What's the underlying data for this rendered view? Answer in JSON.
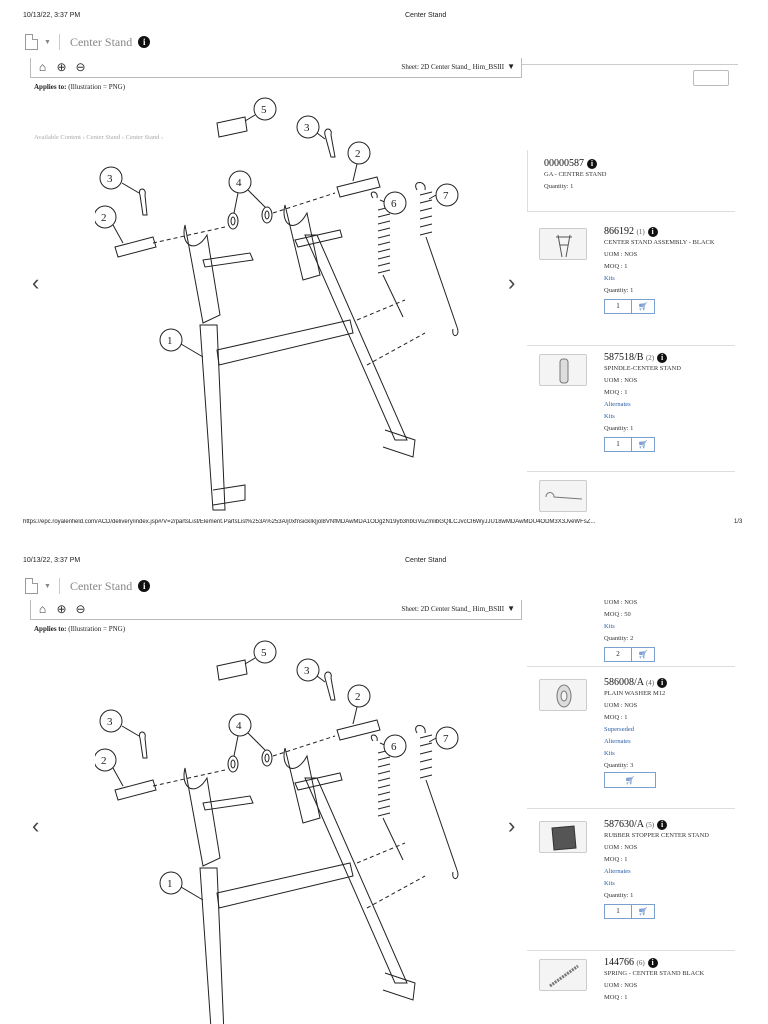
{
  "print": {
    "timestamp": "10/13/22, 3:37 PM",
    "doc_title": "Center Stand",
    "url": "https://epc.royalenfield.com/ACD/delivery/index.jsp#/V=2/partsList/Element.PartsList%253A%253A/j0xfnsickIk|jol8VNfMDAwMDA1ODgzN19yb3hbGVuZmlibGQlLCJvcCI6WyJJU18wMDAwMDU4ODM3X3JveWFsZ...",
    "page_num": "1/3"
  },
  "app": {
    "title": "Center Stand",
    "sheet_label": "Sheet: 2D Center Stand_ Him_BSIII",
    "applies_label": "Applies to:",
    "applies_value": "(Illustration = PNG)",
    "breadcrumb": [
      "Available Content",
      "Center Stand",
      "Center Stand"
    ],
    "nav_prev": "‹",
    "nav_next": "›"
  },
  "diagram_callouts": [
    "1",
    "2",
    "3",
    "4",
    "5",
    "6",
    "7"
  ],
  "root_part": {
    "code": "00000587",
    "desc": "GA - CENTRE STAND",
    "quantity": "Quantity: 1"
  },
  "parts_top": [
    {
      "code": "866192",
      "index": "(1)",
      "desc": "CENTER STAND ASSEMBLY - BLACK",
      "uom": "UOM : NOS",
      "moq": "MOQ : 1",
      "links": [
        "Kits"
      ],
      "quantity": "Quantity: 1",
      "qty_value": "1",
      "icon": "stand-thumbnail"
    },
    {
      "code": "587518/B",
      "index": "(2)",
      "desc": "SPINDLE-CENTER STAND",
      "uom": "UOM : NOS",
      "moq": "MOQ : 1",
      "links": [
        "Alternates",
        "Kits"
      ],
      "quantity": "Quantity: 1",
      "qty_value": "1",
      "icon": "spindle-thumbnail"
    }
  ],
  "parts_bottom_partial": {
    "uom": "UOM : NOS",
    "moq": "MOQ : 50",
    "links": [
      "Kits"
    ],
    "quantity": "Quantity: 2",
    "qty_value": "2"
  },
  "parts_bottom": [
    {
      "code": "586008/A",
      "index": "(4)",
      "desc": "PLAIN WASHER M12",
      "uom": "UOM : NOS",
      "moq": "MOQ : 1",
      "links": [
        "Superseded",
        "Alternates",
        "Kits"
      ],
      "quantity": "Quantity: 3",
      "qty_value": "",
      "icon": "washer-thumbnail"
    },
    {
      "code": "587630/A",
      "index": "(5)",
      "desc": "RUBBER STOPPER CENTER STAND",
      "uom": "UOM : NOS",
      "moq": "MOQ : 1",
      "links": [
        "Alternates",
        "Kits"
      ],
      "quantity": "Quantity: 1",
      "qty_value": "1",
      "icon": "rubber-stopper-thumbnail"
    },
    {
      "code": "144766",
      "index": "(6)",
      "desc": "SPRING - CENTER STAND BLACK",
      "uom": "UOM : NOS",
      "moq": "MOQ : 1",
      "icon": "spring-thumbnail"
    }
  ]
}
